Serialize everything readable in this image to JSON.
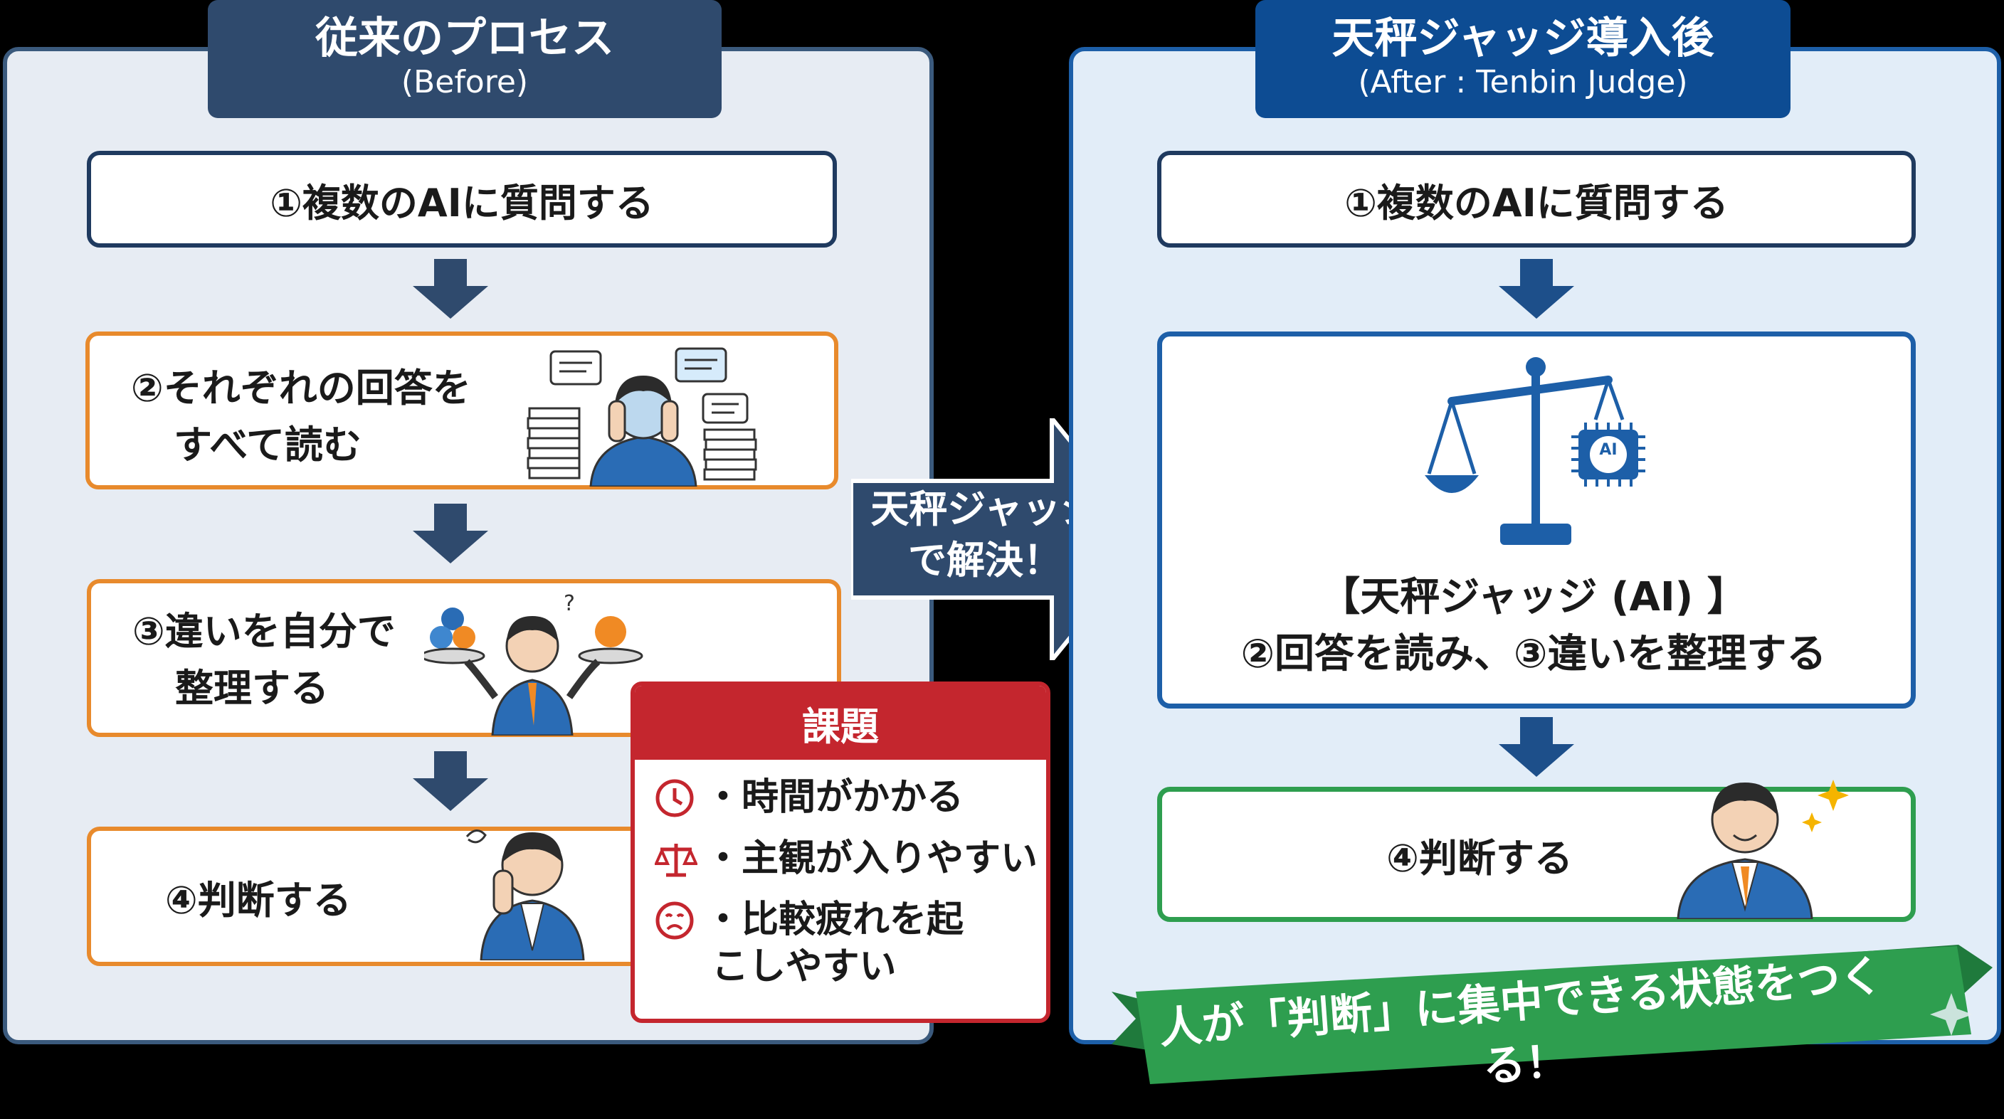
{
  "before": {
    "title": "従来のプロセス",
    "subtitle": "(Before)",
    "step1": "①複数のAIに質問する",
    "step2_line1": "②それぞれの回答を",
    "step2_line2": "すべて読む",
    "step3_line1": "③違いを自分で",
    "step3_line2": "整理する",
    "step4": "④判断する"
  },
  "challenge": {
    "title": "課題",
    "items": [
      {
        "icon": "clock-icon",
        "text": "・時間がかかる"
      },
      {
        "icon": "scale-icon",
        "text": "・主観が入りやすい"
      },
      {
        "icon": "tired-face-icon",
        "line1": "・比較疲れを起",
        "line2": "こしやすい"
      }
    ]
  },
  "transition": {
    "line1": "天秤ジャッジ",
    "line2": "で解決！"
  },
  "after": {
    "title": "天秤ジャッジ導入後",
    "subtitle": "(After : Tenbin Judge)",
    "step1": "①複数のAIに質問する",
    "judge_line1": "【天秤ジャッジ (AI) 】",
    "judge_line2": "②回答を読み、③違いを整理する",
    "chip_label": "AI",
    "step4": "④判断する"
  },
  "banner": {
    "text": "人が「判断」に集中できる状態をつくる！"
  },
  "colors": {
    "before_panel": "#e7ecf3",
    "before_header": "#2f4a6d",
    "after_panel": "#e2edf8",
    "after_header": "#0d4c93",
    "orange_border": "#e88a2c",
    "challenge_red": "#c4262e",
    "success_green": "#2e9e4f"
  }
}
